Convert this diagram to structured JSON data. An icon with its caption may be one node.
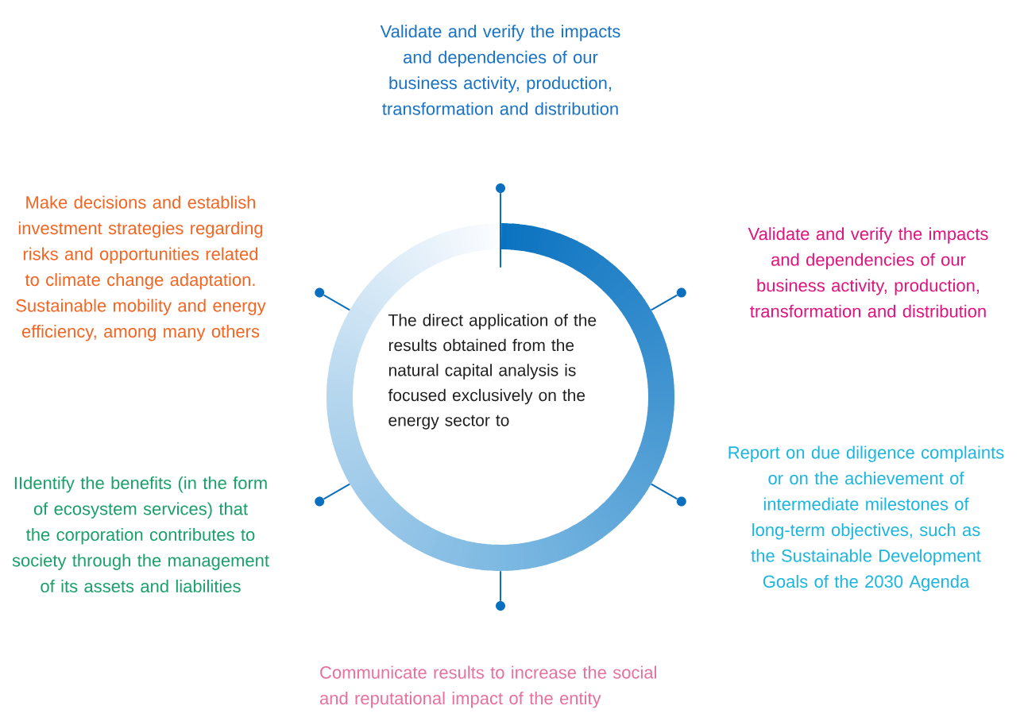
{
  "diagram": {
    "nodes": [
      {
        "text": [
          "The direct application of the results obtained from the natural capital analysis is focused exclusively on the energy sector to"
        ]
      },
      {
        "text": [
          "Validate and verify the impacts and dependencies of our business activity, production, transformation and distribution"
        ]
      },
      {
        "text": [
          "Make decisions and establish investment strategies regarding risks and opportunities related to climate change adaptation. Sustainable mobility and energy efficiency, among many others"
        ]
      },
      {
        "text": [
          "Validate and verify the impacts and dependencies of our business activity, production, transformation and distribution"
        ]
      },
      {
        "text": [
          "IIdentify the benefits (in the form of ecosystem services) that the corporation contributes to society through the management of its assets and liabilities"
        ]
      },
      {
        "text": [
          "Report on due diligence complaints or on the achievement of intermediate milestones of long-term objectives, such as the Sustainable Development Goals of the 2030 Agenda"
        ]
      },
      {
        "text": [
          "Communicate results to increase the social and reputational impact of the entity"
        ]
      },
      {
        "text": [],
        "shape": "circle"
      },
      {
        "text": [],
        "shape": "circle"
      },
      {
        "text": [],
        "shape": "circle"
      },
      {
        "text": [],
        "shape": "circle"
      },
      {
        "text": [],
        "shape": "circle"
      },
      {
        "text": [],
        "shape": "circle"
      }
    ],
    "edges": [
      {
        "from": 0,
        "to": 7,
        "arrow": "none"
      },
      {
        "from": 0,
        "to": 8,
        "arrow": "none"
      },
      {
        "from": 0,
        "to": 9,
        "arrow": "none"
      },
      {
        "from": 0,
        "to": 10,
        "arrow": "none"
      },
      {
        "from": 0,
        "to": 11,
        "arrow": "none"
      },
      {
        "from": 0,
        "to": 12,
        "arrow": "none"
      }
    ]
  }
}
